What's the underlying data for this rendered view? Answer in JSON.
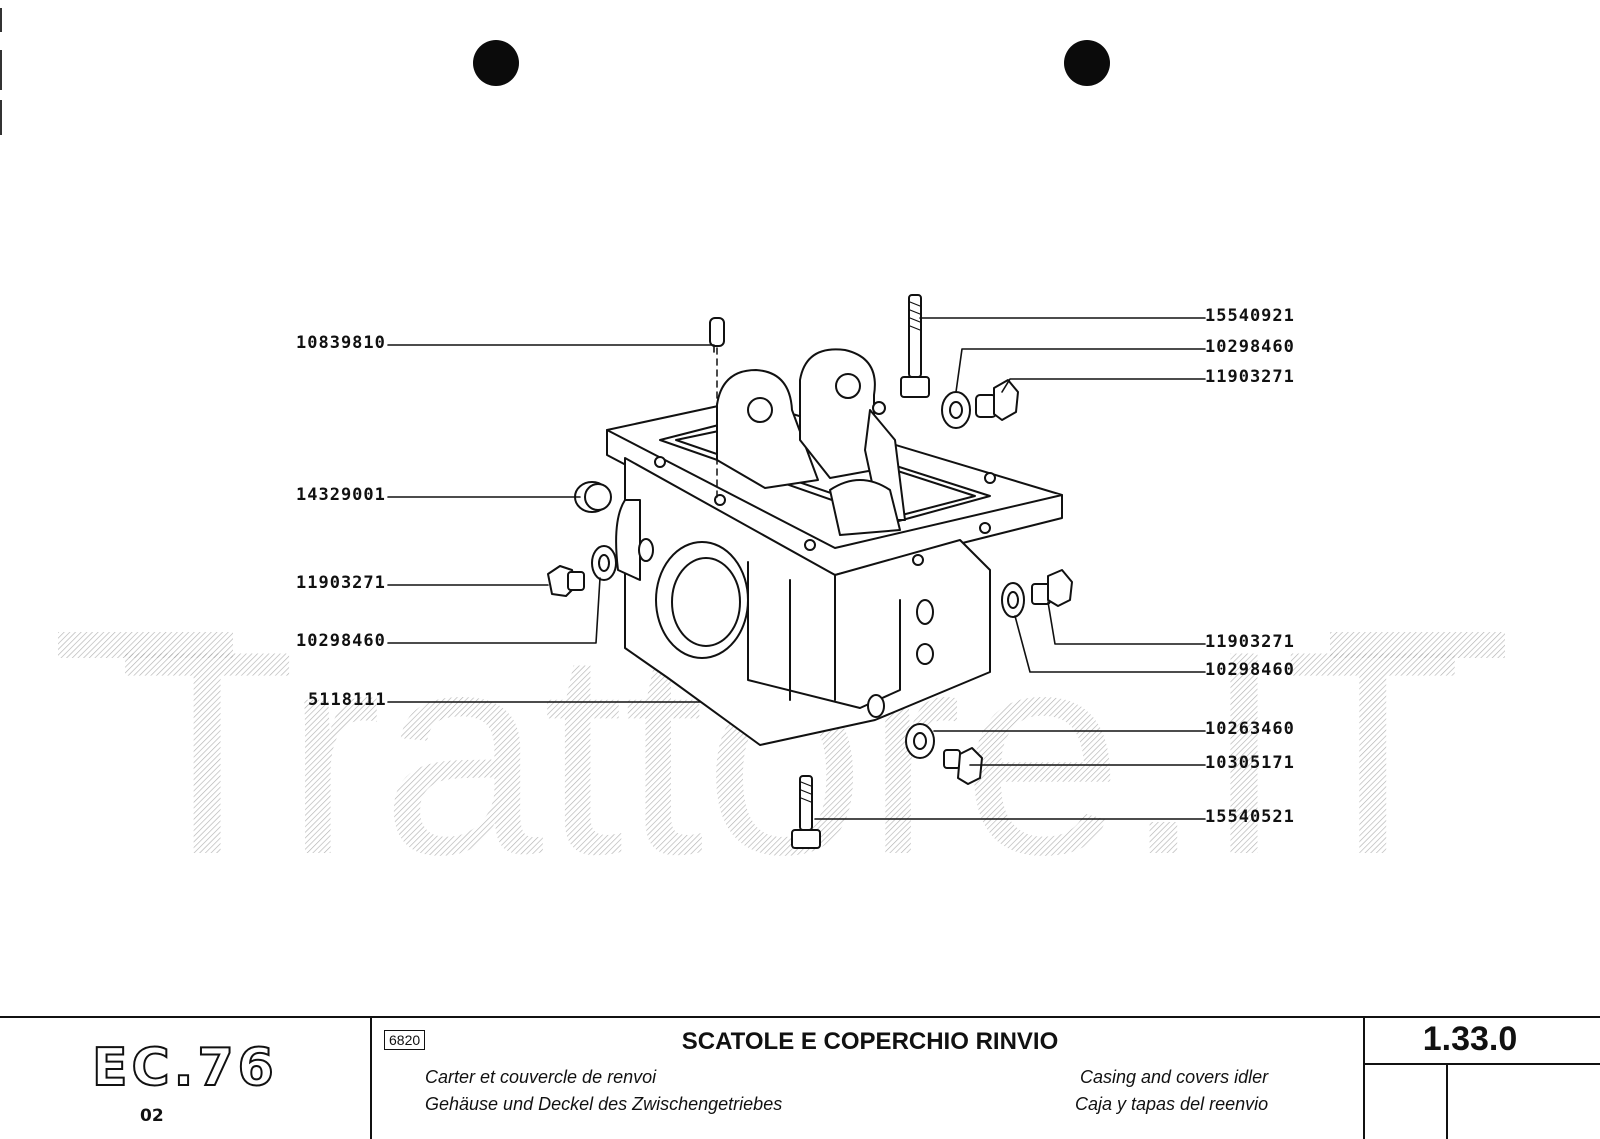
{
  "parts": {
    "p_10839810": "10839810",
    "p_14329001": "14329001",
    "p_11903271_left": "11903271",
    "p_10298460_left": "10298460",
    "p_5118111": "5118111",
    "p_15540921": "15540921",
    "p_10298460_top": "10298460",
    "p_11903271_top": "11903271",
    "p_11903271_right": "11903271",
    "p_10298460_right": "10298460",
    "p_10263460": "10263460",
    "p_10305171": "10305171",
    "p_15540521": "15540521"
  },
  "watermark": "Trattore.IT",
  "footer": {
    "model_logo": "EC.76",
    "model_code": "02",
    "group_code": "6820",
    "title_it": "SCATOLE E COPERCHIO RINVIO",
    "title_fr": "Carter et couvercle de renvoi",
    "title_de": "Gehäuse und Deckel des Zwischengetriebes",
    "title_en": "Casing and covers idler",
    "title_es": "Caja y tapas del reenvio",
    "page_number": "1.33.0"
  }
}
